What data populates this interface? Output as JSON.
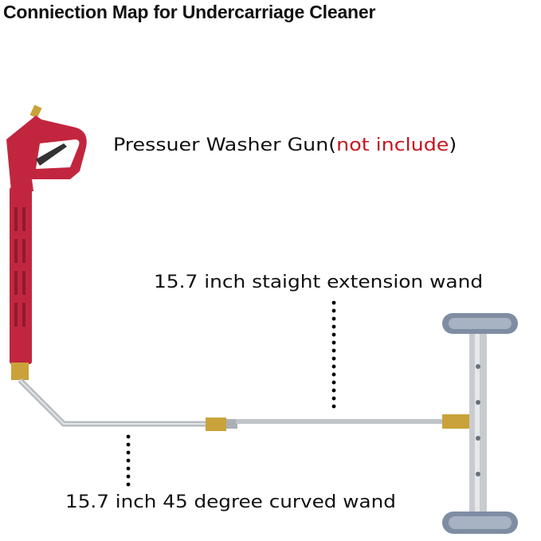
{
  "title": "Conniection Map for Undercarriage Cleaner",
  "labels": {
    "gun": "Pressuer Washer Gun(",
    "gun_note": "not include",
    "gun_close": ")",
    "extension": "15.7 inch staight extension wand",
    "curved": "15.7 inch 45 degree curved wand"
  },
  "colors": {
    "gun": "#c2263f",
    "note": "#c8141e",
    "brass": "#c9a23a",
    "steel": "#c8ccd0",
    "wheel": "#7f8da3"
  }
}
